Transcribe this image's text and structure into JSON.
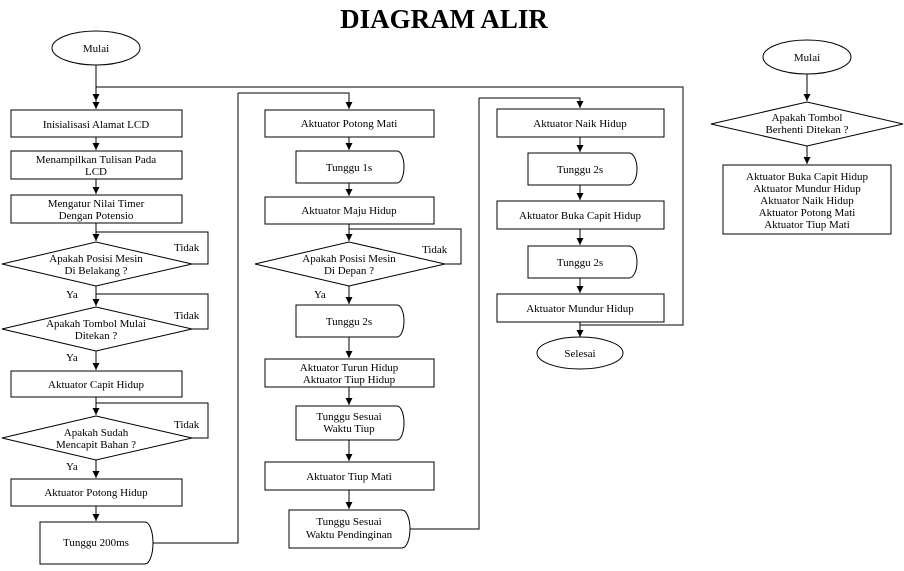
{
  "title": "DIAGRAM ALIR",
  "col1": {
    "start": "Mulai",
    "init_lcd": "Inisialisasi Alamat LCD",
    "show_lcd": [
      "Menampilkan Tulisan Pada",
      "LCD"
    ],
    "timer": [
      "Mengatur Nilai Timer",
      "Dengan Potensio"
    ],
    "q_back": [
      "Apakah Posisi Mesin",
      "Di Belakang ?"
    ],
    "q_start": [
      "Apakah Tombol Mulai",
      "Ditekan ?"
    ],
    "clamp_on": "Aktuator Capit Hidup",
    "q_clamped": [
      "Apakah Sudah",
      "Mencapit Bahan ?"
    ],
    "cut_on": "Aktuator Potong Hidup",
    "wait200": "Tunggu 200ms"
  },
  "col2": {
    "cut_off": "Aktuator Potong Mati",
    "wait1": "Tunggu 1s",
    "fwd_on": "Aktuator Maju Hidup",
    "q_front": [
      "Apakah Posisi Mesin",
      "Di Depan ?"
    ],
    "wait2": "Tunggu 2s",
    "down_blow": [
      "Aktuator Turun Hidup",
      "Aktuator Tiup Hidup"
    ],
    "wait_blow": [
      "Tunggu Sesuai",
      "Waktu Tiup"
    ],
    "blow_off": "Aktuator Tiup Mati",
    "wait_cool": [
      "Tunggu Sesuai",
      "Waktu Pendinginan"
    ]
  },
  "col3": {
    "up_on": "Aktuator Naik Hidup",
    "wait2a": "Tunggu 2s",
    "open_clamp": "Aktuator Buka Capit Hidup",
    "wait2b": "Tunggu 2s",
    "back_on": "Aktuator Mundur Hidup",
    "end": "Selesai"
  },
  "col4": {
    "start": "Mulai",
    "q_stop": [
      "Apakah Tombol",
      "Berhenti Ditekan ?"
    ],
    "actions": [
      "Aktuator Buka Capit Hidup",
      "Aktuator Mundur Hidup",
      "Aktuator Naik Hidup",
      "Aktuator Potong Mati",
      "Aktuator Tiup Mati"
    ]
  },
  "labels": {
    "no": "Tidak",
    "yes": "Ya"
  }
}
